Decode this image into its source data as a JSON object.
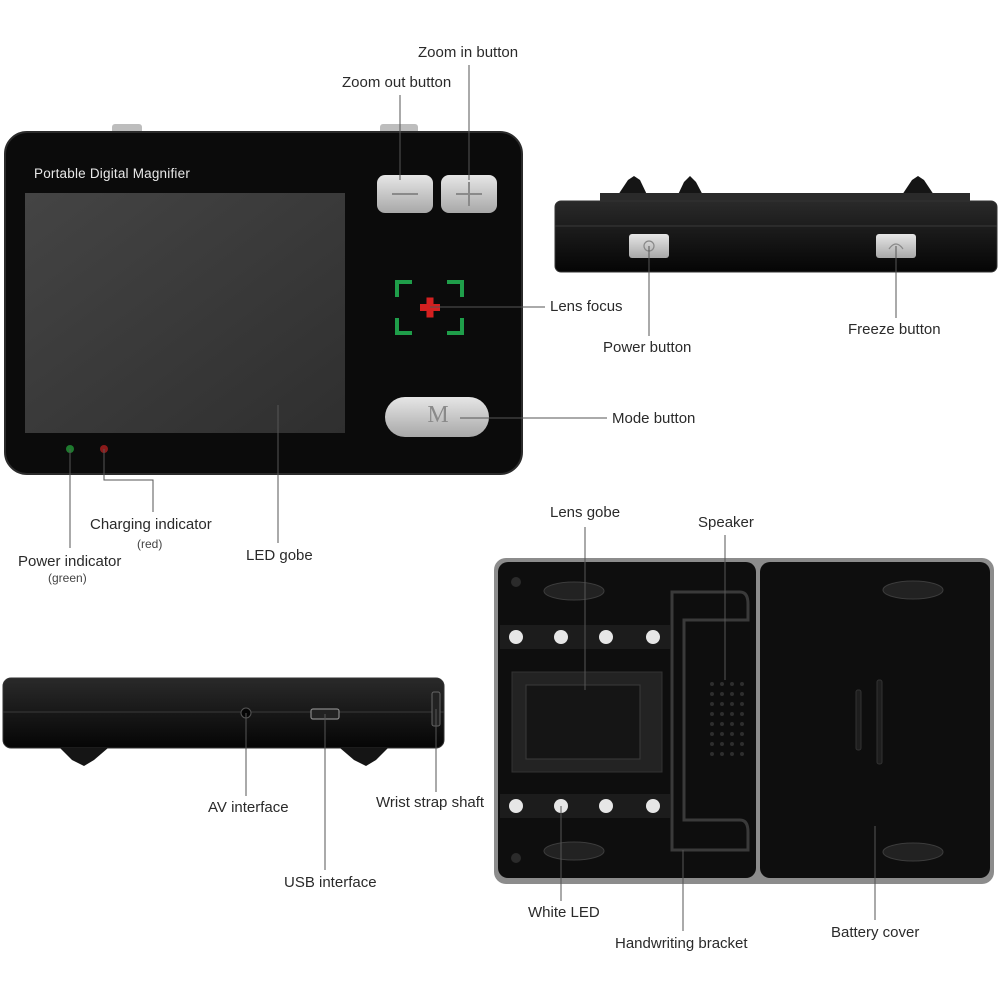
{
  "device": {
    "brand_text": "Portable Digital Magnifier",
    "mode_key": "M"
  },
  "labels": {
    "zoom_in_button": "Zoom in button",
    "zoom_out_button": "Zoom out button",
    "lens_focus": "Lens focus",
    "mode_button": "Mode button",
    "power_button": "Power button",
    "freeze_button": "Freeze button",
    "charging_indicator": "Charging indicator",
    "charging_indicator_note": "(red)",
    "power_indicator": "Power indicator",
    "power_indicator_note": "(green)",
    "led_gobe": "LED gobe",
    "lens_gobe": "Lens gobe",
    "speaker": "Speaker",
    "av_interface": "AV interface",
    "wrist_strap_shaft": "Wrist strap shaft",
    "usb_interface": "USB interface",
    "white_led": "White LED",
    "handwriting_bracket": "Handwriting bracket",
    "battery_cover": "Battery cover"
  },
  "colors": {
    "body": "#0d0d0d",
    "screen": "#3a3a3a",
    "button": "#c9c9c9",
    "focus_bracket": "#1f9e4a",
    "focus_cross": "#d42020",
    "power_led": "#1e7a2e",
    "charge_led": "#8a1a1a",
    "leader_line": "#555555"
  }
}
